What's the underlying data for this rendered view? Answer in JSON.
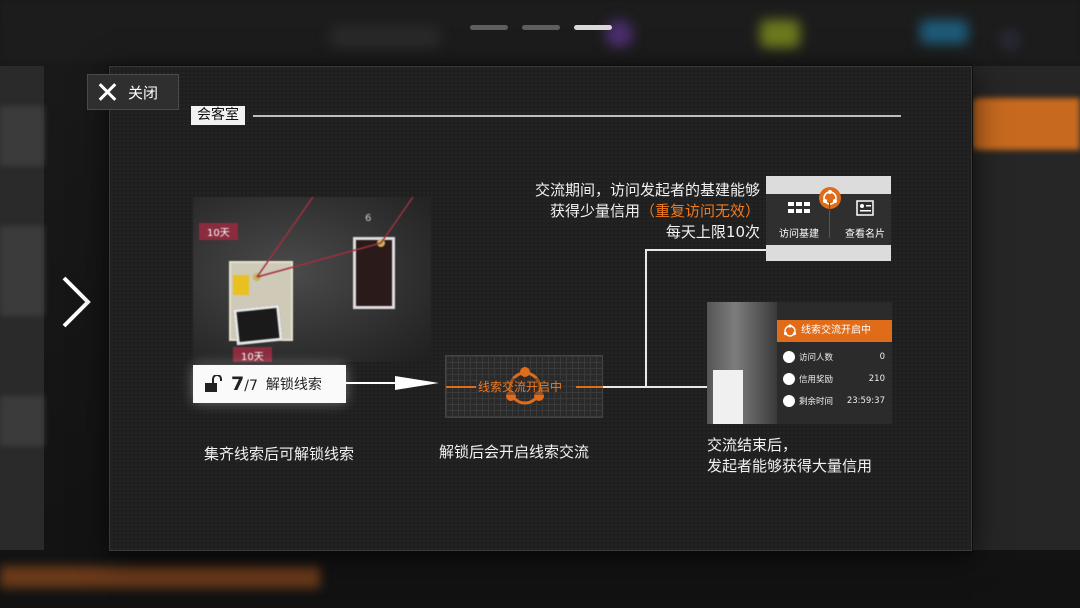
{
  "modal": {
    "close_label": "关闭",
    "section_title": "会客室"
  },
  "pager": {
    "total": 3,
    "active": 3
  },
  "clue_board": {
    "tag_top": "10天",
    "tag_bottom": "10天",
    "tag_side": "6"
  },
  "clue_strip": {
    "count": "7",
    "total": "/7",
    "label": "解锁线索"
  },
  "exchange": {
    "title": "线索交流开启中"
  },
  "captions": {
    "step1": "集齐线索后可解锁线索",
    "step2": "解锁后会开启线索交流",
    "step3_line1": "交流结束后，",
    "step3_line2": "发起者能够获得大量信用"
  },
  "visit_desc": {
    "line1": "交流期间，访问发起者的基建能够",
    "line2_prefix": "获得少量信用",
    "line2_highlight": "（重复访问无效）",
    "line3": "每天上限10次"
  },
  "visit_panel": {
    "visit_label": "访问基建",
    "card_label": "查看名片"
  },
  "info_panel": {
    "header": "线索交流开启中",
    "rows": [
      {
        "label": "访问人数",
        "value": "0"
      },
      {
        "label": "信用奖励",
        "value": "210"
      },
      {
        "label": "剩余时间",
        "value": "23:59:37"
      }
    ]
  },
  "colors": {
    "accent": "#e06c1a",
    "panel": "#1f1f1f"
  }
}
